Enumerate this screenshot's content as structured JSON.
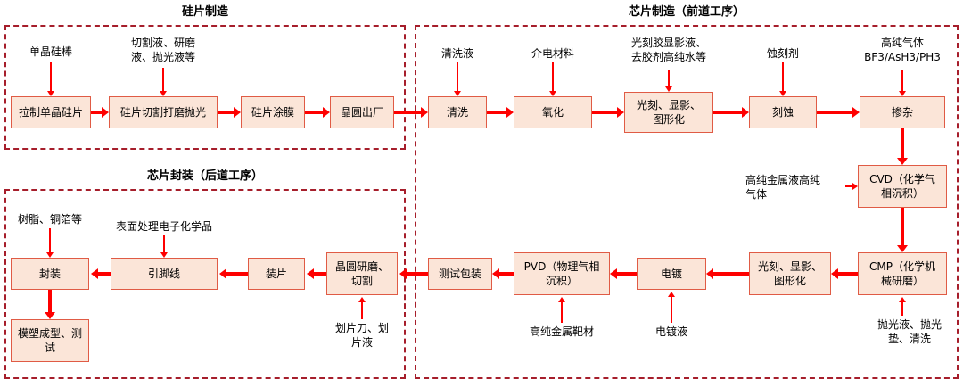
{
  "colors": {
    "section_border": "#a61e2b",
    "box_fill": "#fbe5d8",
    "box_border": "#e05b45",
    "arrow": "#fe0000"
  },
  "sections": {
    "wafer": {
      "title": "硅片制造",
      "boxes": {
        "pull_ingot": "拉制单晶硅片",
        "cut_polish": "硅片切割打磨抛光",
        "coating": "硅片涂膜",
        "wafer_out": "晶圆出厂"
      },
      "materials": {
        "si_rod": "单晶硅棒",
        "cutting_fluid": "切割液、研磨\n液、抛光液等"
      }
    },
    "frontend": {
      "title": "芯片制造（前道工序）",
      "boxes": {
        "clean": "清洗",
        "oxidation": "氧化",
        "litho_top": "光刻、显影、\n图形化",
        "etch": "刻蚀",
        "doping": "掺杂",
        "cvd": "CVD（化学气\n相沉积）",
        "cmp": "CMP（化学机\n械研磨）",
        "litho_bottom": "光刻、显影、\n图形化",
        "plating": "电镀",
        "pvd": "PVD（物理气相\n沉积）",
        "test_pack": "测试包装"
      },
      "materials": {
        "cleaning_fluid": "清洗液",
        "dielectric": "介电材料",
        "developer": "光刻胶显影液、\n去胶剂高纯水等",
        "etchant": "蚀刻剂",
        "gases": "高纯气体\nBF3/AsH3/PH3",
        "metal_liquid": "高纯金属液高纯\n气体",
        "polish_slurry": "抛光液、抛光\n垫、清洗",
        "plating_fluid": "电镀液",
        "target": "高纯金属靶材"
      }
    },
    "backend": {
      "title": "芯片封装（后道工序）",
      "boxes": {
        "grind_dice": "晶圆研磨、\n切割",
        "die_attach": "装片",
        "lead_wire": "引脚线",
        "package": "封装",
        "molding": "模塑成型、测\n试"
      },
      "materials": {
        "dicing_blade": "划片刀、划\n片液",
        "resin": "树脂、铜箔等",
        "surface_chem": "表面处理电子化学品"
      }
    }
  }
}
